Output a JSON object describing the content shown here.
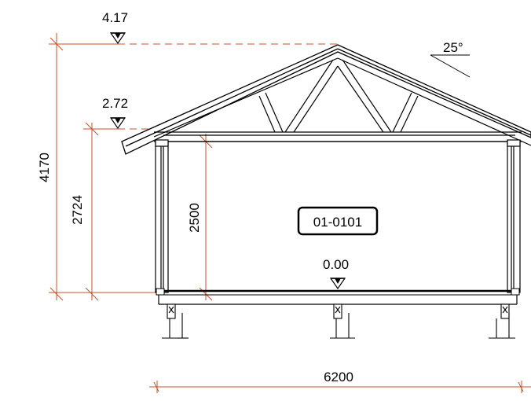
{
  "elevations": {
    "ridge": "4.17",
    "eave": "2.72",
    "floor": "0.00"
  },
  "dimensions": {
    "overall_height": "4170",
    "eave_height": "2724",
    "room_height": "2500",
    "width": "6200"
  },
  "roof_pitch": "25°",
  "room_label": "01-0101",
  "colors": {
    "dimension_line": "#c8502a",
    "linework": "#000000",
    "background": "#ffffff"
  }
}
